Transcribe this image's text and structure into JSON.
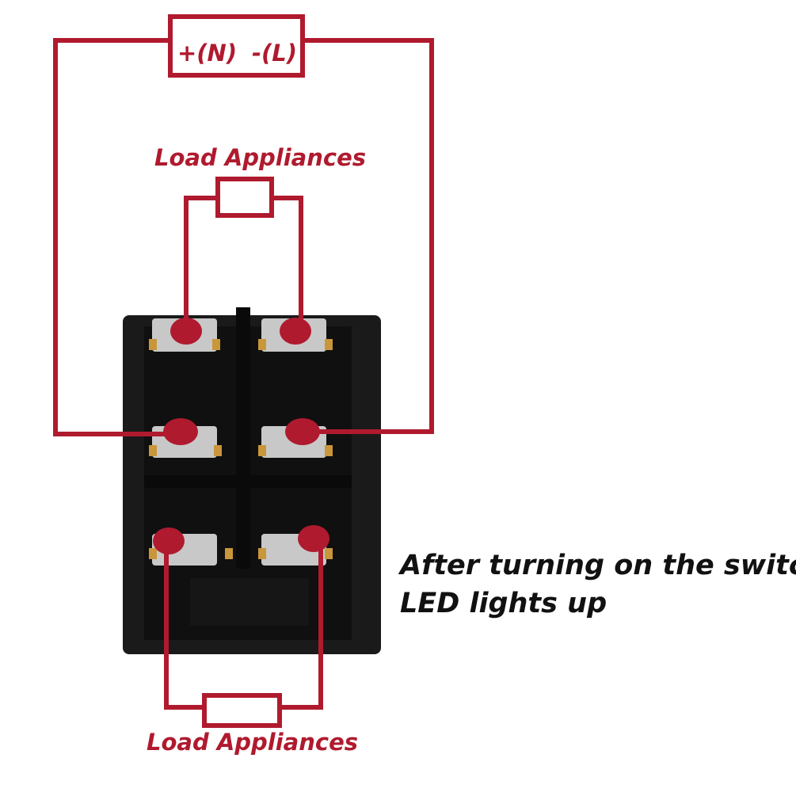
{
  "power_source": {
    "positive_label": "+(N)",
    "negative_label": "-(L)"
  },
  "labels": {
    "load_top": "Load Appliances",
    "load_bottom": "Load Appliances",
    "note_line1": "After turning on the switch",
    "note_line2": "LED lights up"
  },
  "colors": {
    "wire": "#b01a2e",
    "switch_body": "#1a1a1a",
    "terminal": "#c8c8c8",
    "note_text": "#111111"
  },
  "components": [
    {
      "name": "power-source",
      "icon": "dc-supply-box"
    },
    {
      "name": "rocker-switch",
      "icon": "dpdt-rocker-switch",
      "terminals": 6
    },
    {
      "name": "load-appliance",
      "icon": "resistor-box",
      "count": 2
    }
  ]
}
